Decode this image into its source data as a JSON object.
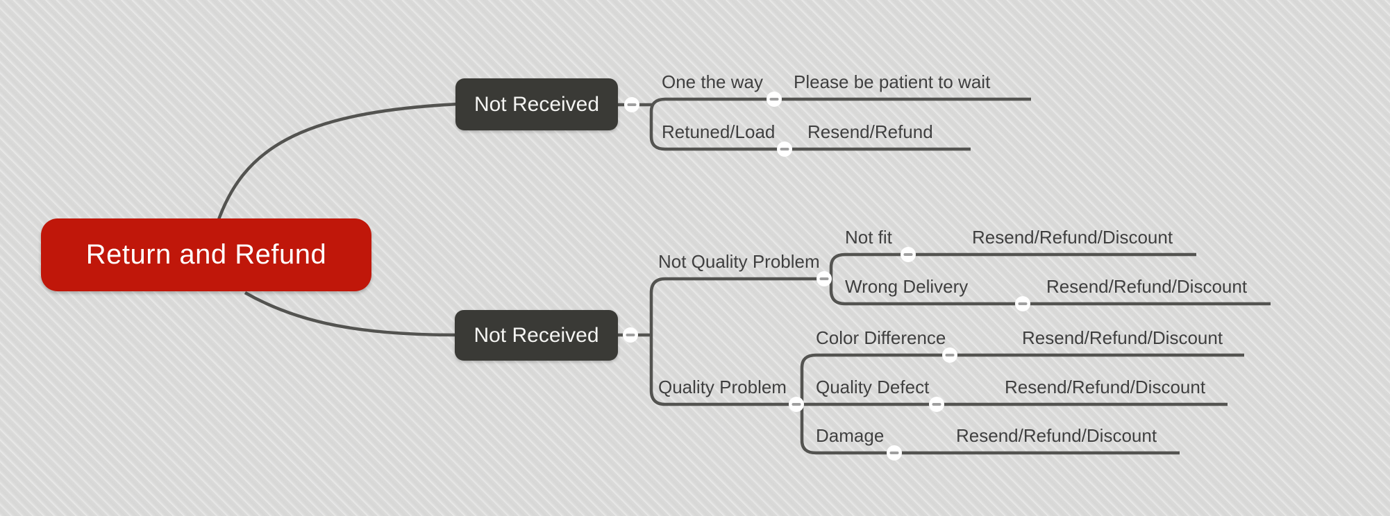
{
  "mindmap": {
    "root": {
      "label": "Return and Refund"
    },
    "branches": [
      {
        "label": "Not Received",
        "children": [
          {
            "label": "One the way",
            "children": [
              {
                "label": "Please be patient to wait"
              }
            ]
          },
          {
            "label": "Retuned/Load",
            "children": [
              {
                "label": "Resend/Refund"
              }
            ]
          }
        ]
      },
      {
        "label": "Not Received",
        "children": [
          {
            "label": "Not Quality Problem",
            "children": [
              {
                "label": "Not fit",
                "children": [
                  {
                    "label": "Resend/Refund/Discount"
                  }
                ]
              },
              {
                "label": "Wrong Delivery",
                "children": [
                  {
                    "label": "Resend/Refund/Discount"
                  }
                ]
              }
            ]
          },
          {
            "label": "Quality Problem",
            "children": [
              {
                "label": "Color Difference",
                "children": [
                  {
                    "label": "Resend/Refund/Discount"
                  }
                ]
              },
              {
                "label": "Quality Defect",
                "children": [
                  {
                    "label": "Resend/Refund/Discount"
                  }
                ]
              },
              {
                "label": "Damage",
                "children": [
                  {
                    "label": "Resend/Refund/Discount"
                  }
                ]
              }
            ]
          }
        ]
      }
    ],
    "colors": {
      "root_fill": "#c0170a",
      "branch_fill": "#3a3a36",
      "connector": "#535350",
      "topic_text": "#3f3f3f",
      "background": "#dcdcdb"
    },
    "icons": {
      "collapse_button": "minus"
    }
  }
}
